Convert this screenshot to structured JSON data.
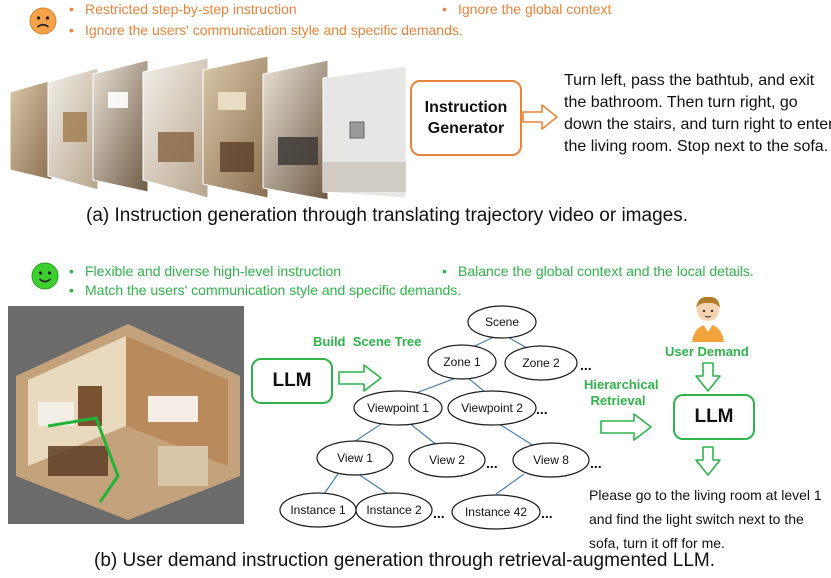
{
  "top": {
    "bullets": [
      "Restricted step-by-step instruction",
      "Ignore the global context",
      "Ignore the users' communication style and specific demands."
    ],
    "generator_label": "Instruction Generator",
    "instruction_text": "Turn left, pass the bathtub, and exit the bathroom. Then turn right, go down the stairs, and turn right to enter the living room. Stop next to the sofa.",
    "caption": "(a) Instruction generation through translating trajectory video or images."
  },
  "bottom": {
    "bullets": [
      "Flexible and diverse high-level instruction",
      "Balance the global context and the local details.",
      "Match the users' communication style and specific demands."
    ],
    "llm_left": "LLM",
    "build_label": "Build  Scene Tree",
    "hier_label": "Hierarchical Retrieval",
    "user_demand": "User Demand",
    "llm_right": "LLM",
    "tree": {
      "scene": "Scene",
      "zone1": "Zone 1",
      "zone2": "Zone 2",
      "viewpoint1": "Viewpoint 1",
      "viewpoint2": "Viewpoint 2",
      "view1": "View 1",
      "view2": "View 2",
      "view8": "View 8",
      "instance1": "Instance 1",
      "instance2": "Instance 2",
      "instance42": "Instance 42",
      "ellipsis": "..."
    },
    "output_text": "Please go to the living room at level 1 and find the light switch next to the sofa, turn it off for me.",
    "caption": "(b) User demand instruction generation through retrieval-augmented LLM."
  },
  "colors": {
    "orange": "#e8843a",
    "green": "#2fb34a",
    "node_stroke": "#1a1a1a",
    "edge": "#4a7fb0"
  }
}
